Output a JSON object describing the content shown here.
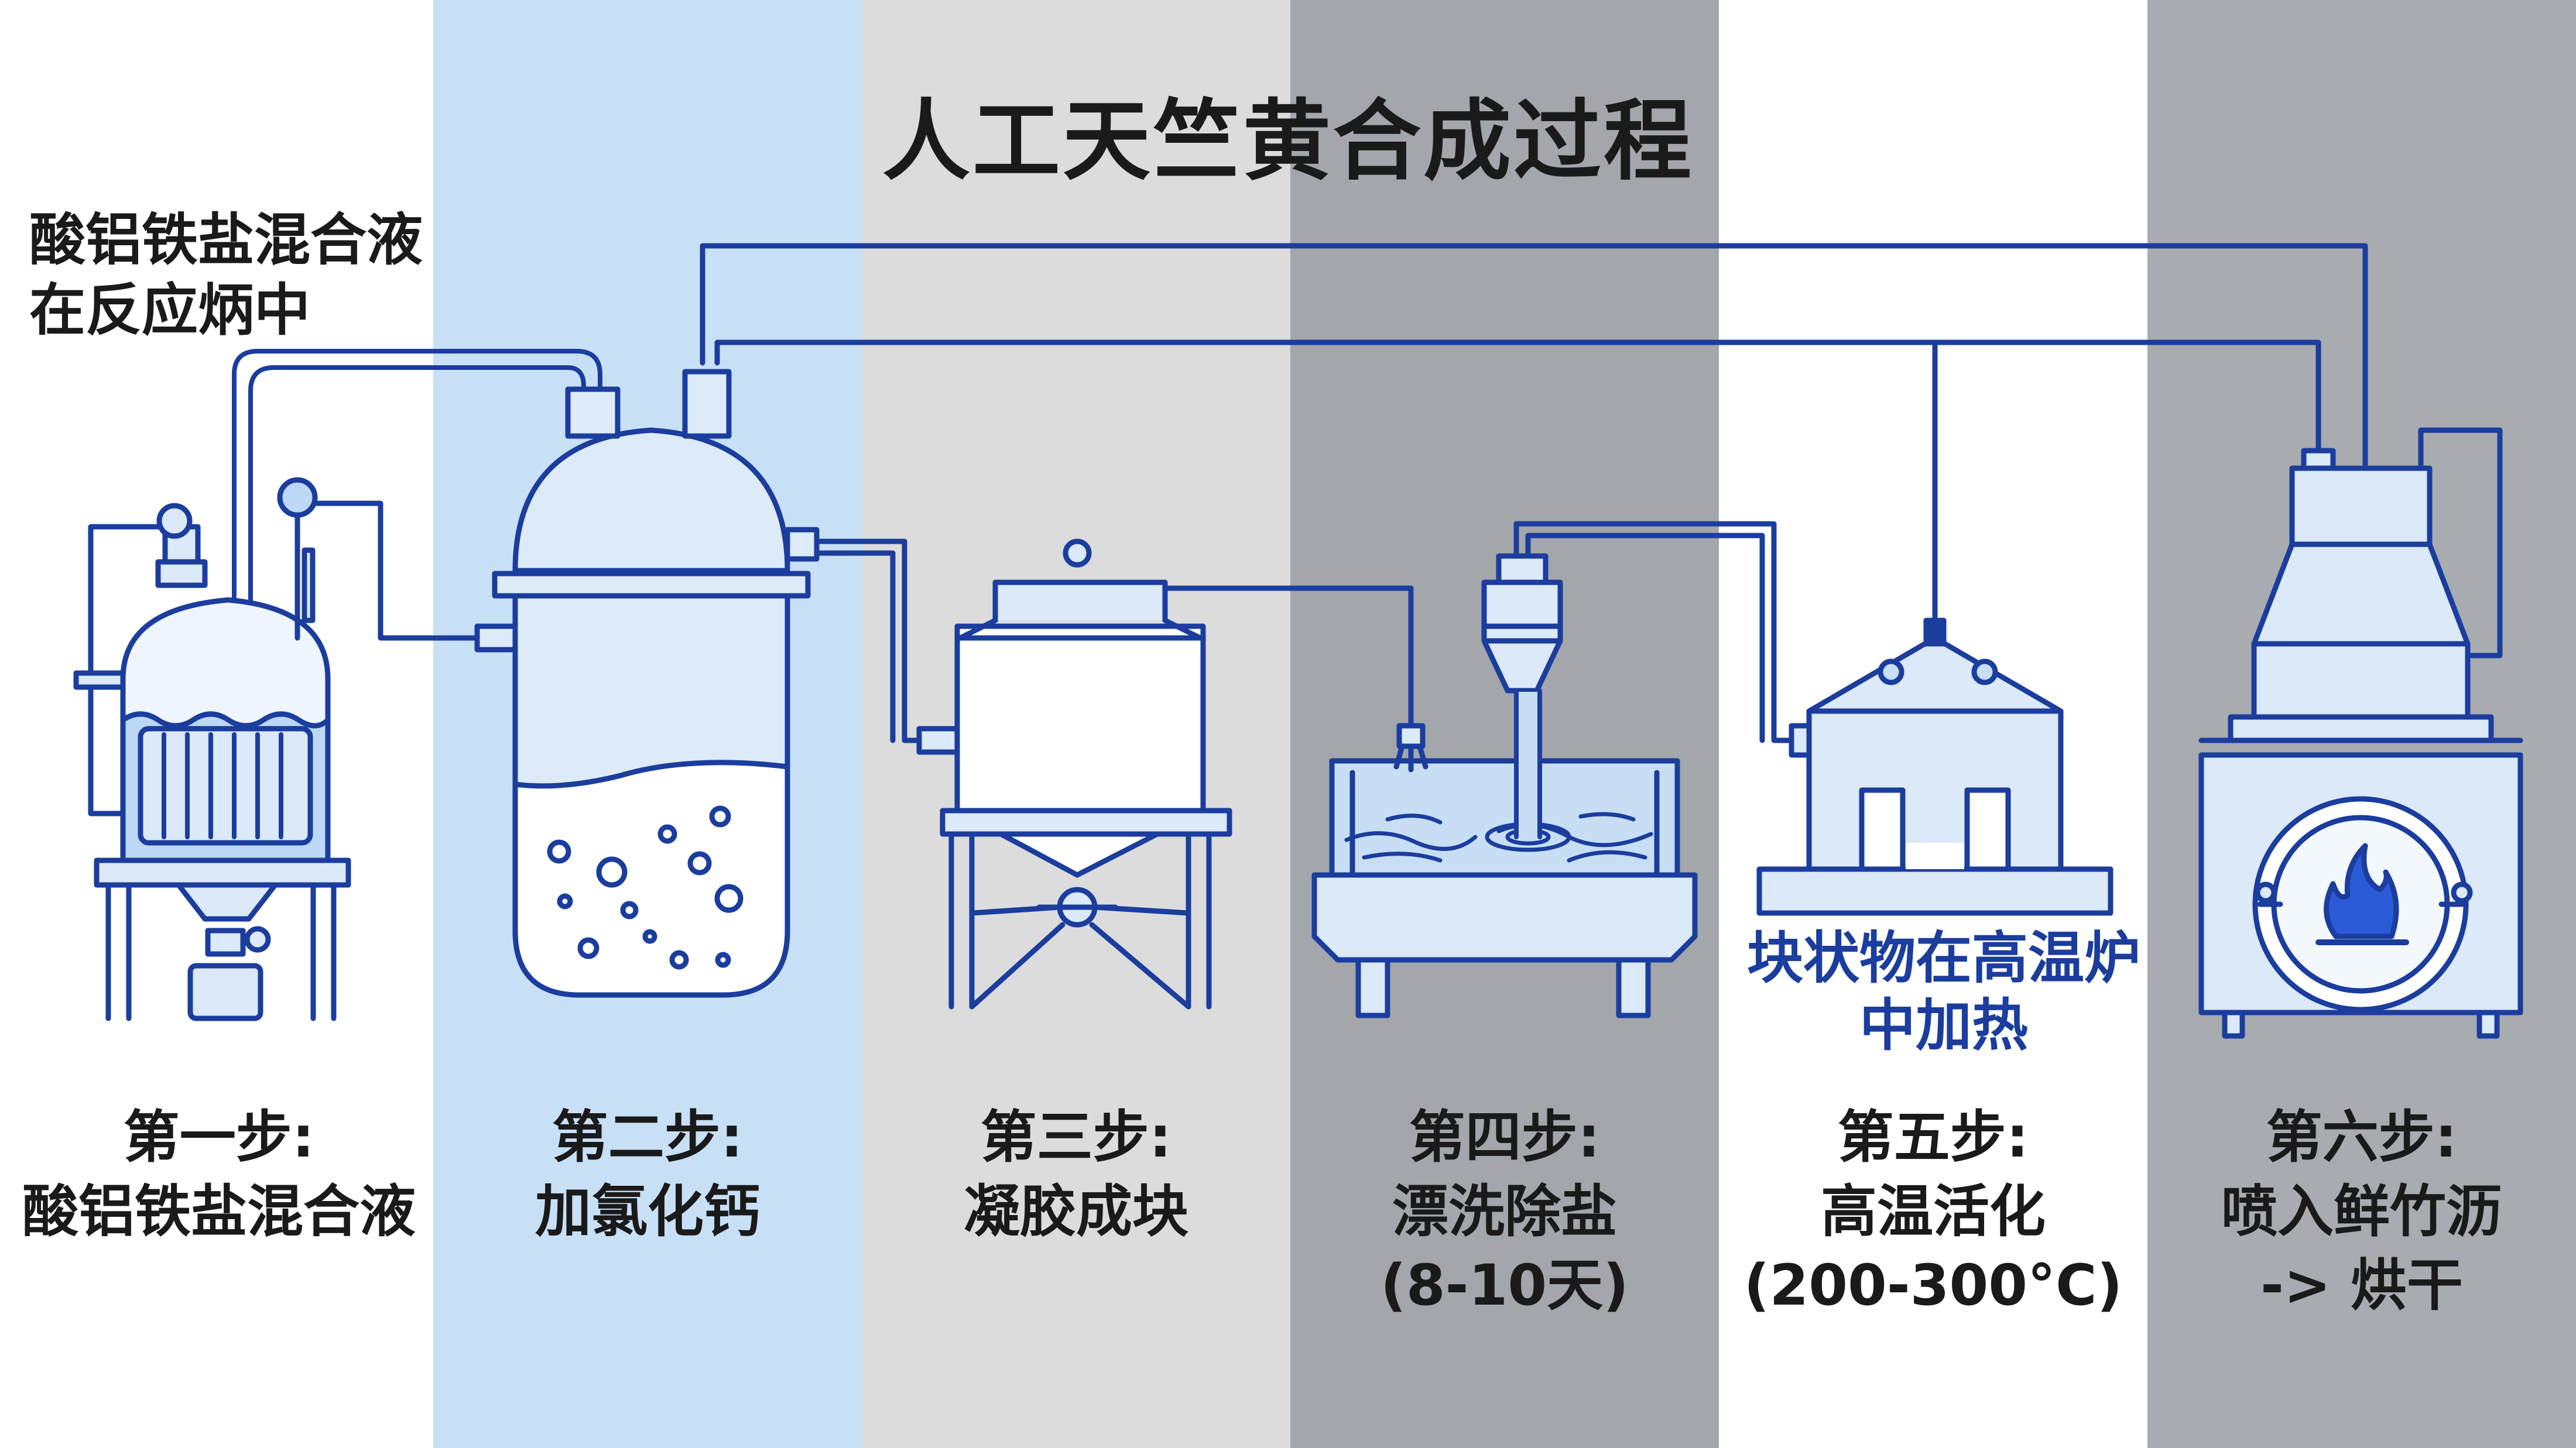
{
  "title": "人工天竺黄合成过程",
  "top_note": {
    "line1": "酸铝铁盐混合液",
    "line2": "在反应炳中"
  },
  "kiln_note": {
    "line1": "块状物在高温炉",
    "line2": "中加热"
  },
  "steps": [
    {
      "heading": "第一步:",
      "lines": [
        "酸铝铁盐混合液"
      ]
    },
    {
      "heading": "第二步:",
      "lines": [
        "加氯化钙"
      ]
    },
    {
      "heading": "第三步:",
      "lines": [
        "凝胶成块"
      ]
    },
    {
      "heading": "第四步:",
      "lines": [
        "漂洗除盐",
        "(8-10天)"
      ]
    },
    {
      "heading": "第五步:",
      "lines": [
        "高温活化",
        "(200-300°C)"
      ]
    },
    {
      "heading": "第六步:",
      "lines": [
        "喷入鲜竹沥",
        "-> 烘干"
      ]
    }
  ],
  "colors": {
    "line_blue": "#1b3d9e",
    "equipment_fill": "#dbe9f8",
    "liquid_fill": "#bcd8f4",
    "band_light_blue": "#c8e0f6",
    "band_light_gray": "#dcdcdc",
    "band_mid_gray": "#a3a6aa",
    "band_white": "#ffffff",
    "band_gray": "#a8abaf",
    "flame": "#2a5bd7"
  }
}
